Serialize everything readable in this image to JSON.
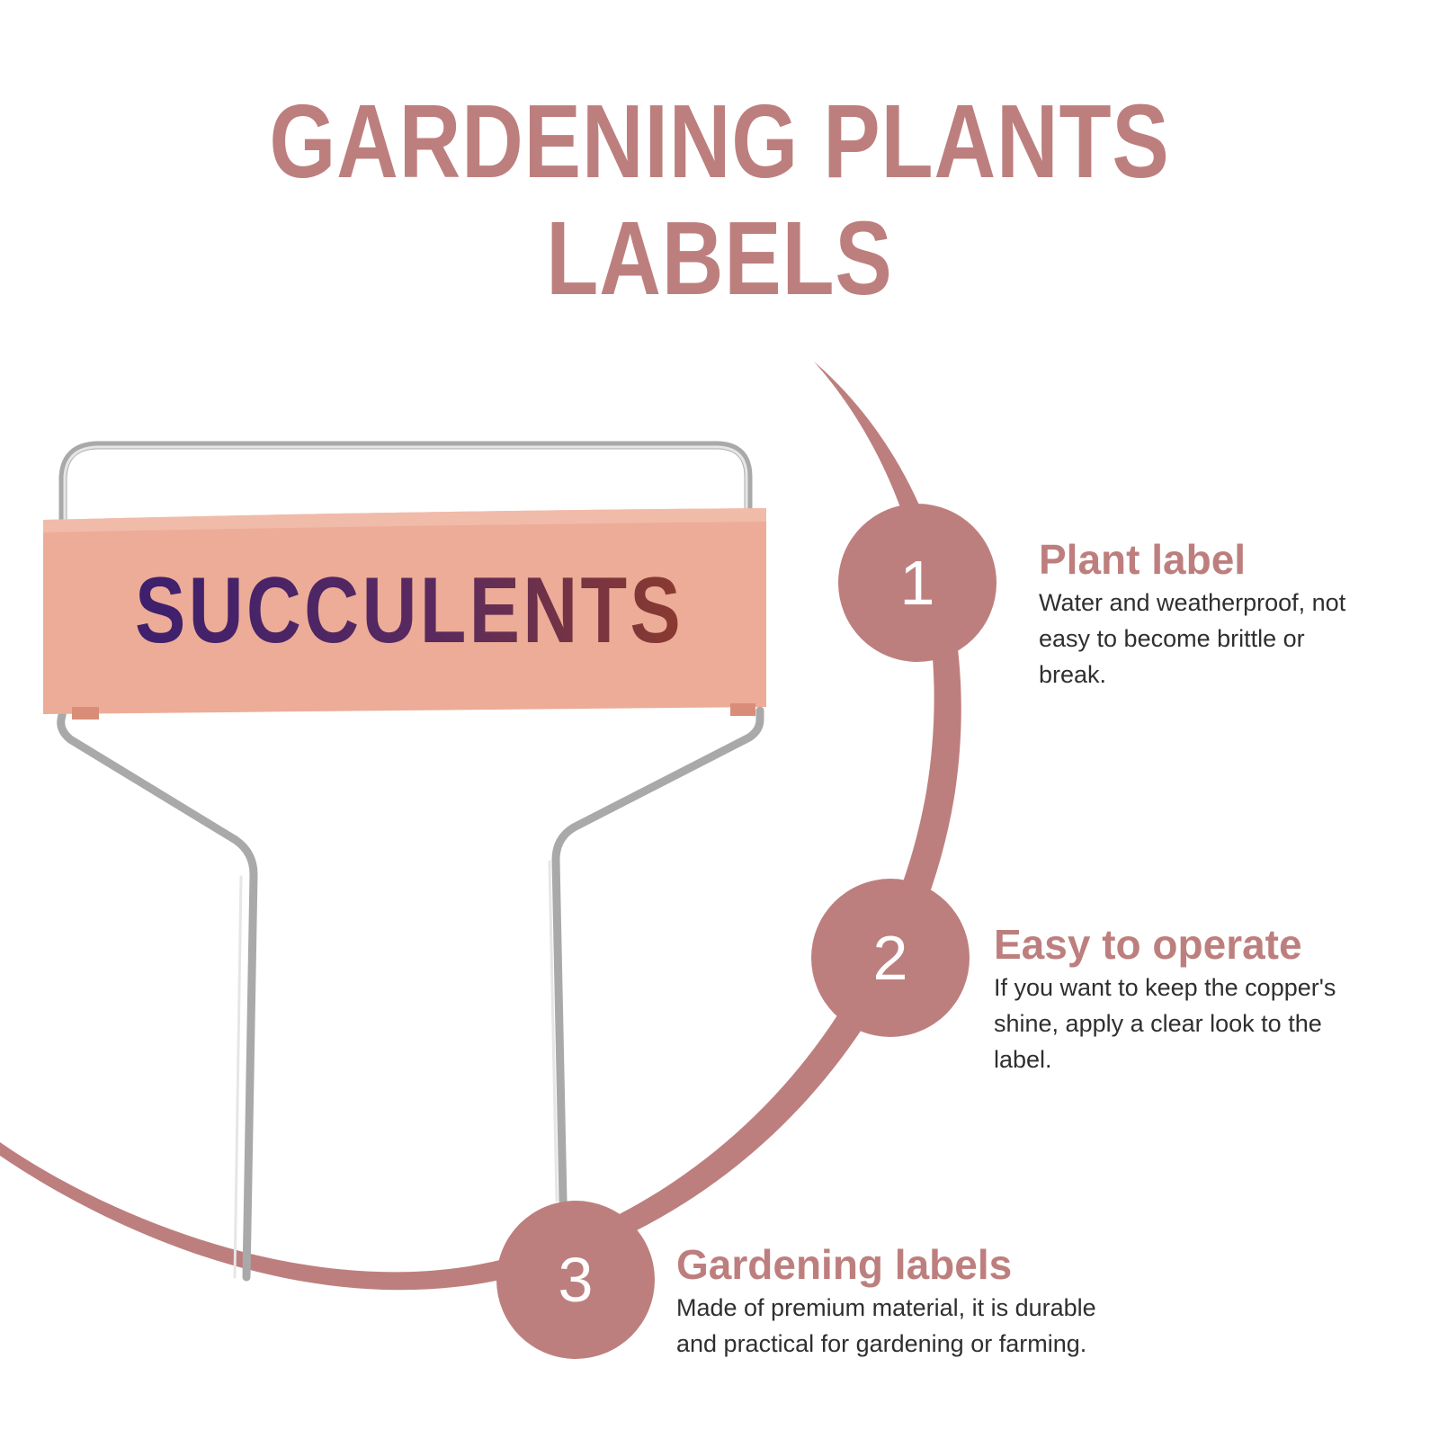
{
  "title": "GARDENING PLANTS LABELS",
  "label_text": "SUCCULENTS",
  "colors": {
    "accent": "#bd7f7e",
    "label_plate": "#ecac97",
    "label_text_start": "#3d1f6e",
    "label_text_end": "#8a3a2f",
    "wire": "#b9b9b9"
  },
  "features": [
    {
      "number": "1",
      "heading": "Plant label",
      "lines": [
        "Water and weatherproof, not",
        "easy to become brittle or",
        "break."
      ]
    },
    {
      "number": "2",
      "heading": "Easy to operate",
      "lines": [
        "If you want to keep the copper's",
        "shine, apply a clear look to the",
        "label."
      ]
    },
    {
      "number": "3",
      "heading": "Gardening labels",
      "lines": [
        "Made of premium material, it is durable",
        "and practical for gardening or farming."
      ]
    }
  ]
}
